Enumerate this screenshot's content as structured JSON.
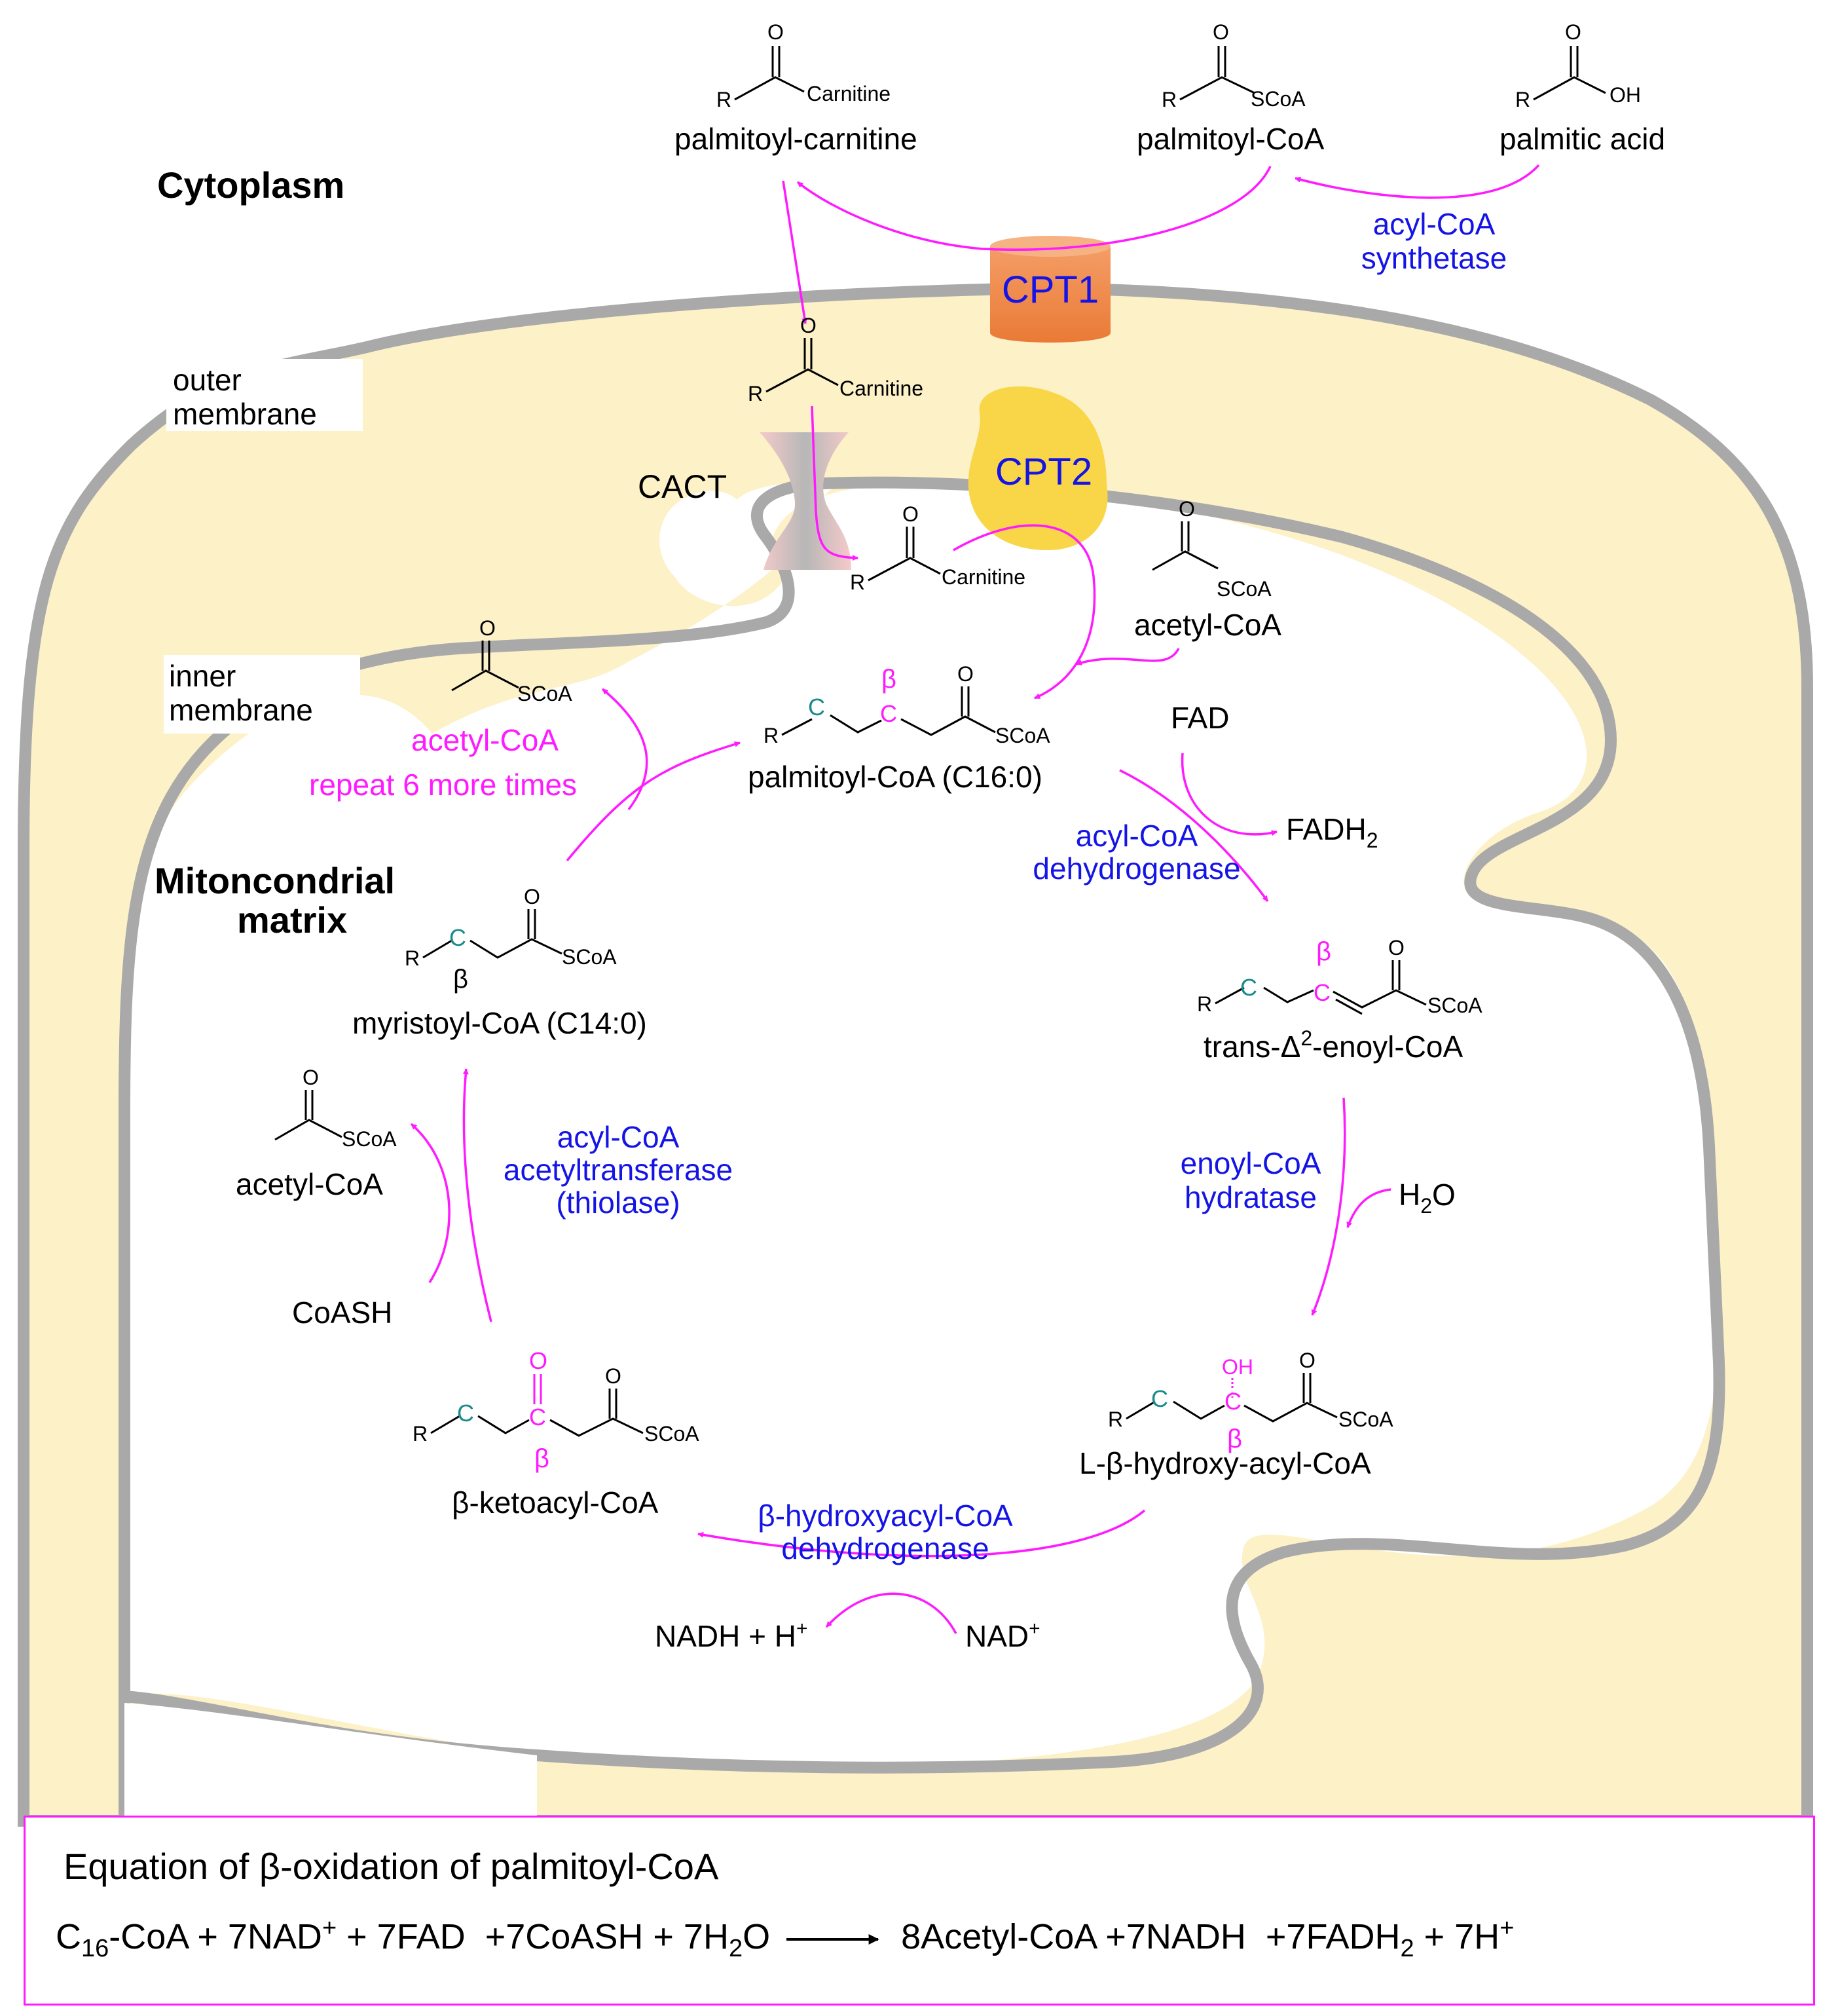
{
  "compartments": {
    "cytoplasm": "Cytoplasm",
    "outer_membrane_1": "outer",
    "outer_membrane_2": "membrane",
    "inner_membrane_1": "inner",
    "inner_membrane_2": "membrane",
    "matrix_1": "Mitoncondrial",
    "matrix_2": "matrix"
  },
  "transporters": {
    "cpt1": "CPT1",
    "cpt2": "CPT2",
    "cact": "CACT"
  },
  "molecules": {
    "palmitoyl_carnitine": "palmitoyl-carnitine",
    "palmitoyl_coa_cyto": "palmitoyl-CoA",
    "palmitic_acid": "palmitic acid",
    "acetyl_coa_top": "acetyl-CoA",
    "palmitoyl_coa_c16": "palmitoyl-CoA (C16:0)",
    "trans_enoyl_prefix": "trans-Δ",
    "trans_enoyl_sup": "2",
    "trans_enoyl_suffix": "-enoyl-CoA",
    "hydroxyacyl": "L-β-hydroxy-acyl-CoA",
    "ketoacyl": "β-ketoacyl-CoA",
    "myristoyl": "myristoyl-CoA (C14:0)",
    "acetyl_coa_left": "acetyl-CoA",
    "acetyl_coa_repeat": "acetyl-CoA",
    "repeat_note": "repeat 6 more times"
  },
  "atoms": {
    "R": "R",
    "O": "O",
    "OH": "OH",
    "SCoA": "SCoA",
    "Carnitine": "Carnitine",
    "C": "C",
    "beta": "β"
  },
  "cofactors": {
    "fad": "FAD",
    "fadh2_base": "FADH",
    "fadh2_sub": "2",
    "h2o_h": "H",
    "h2o_sub": "2",
    "h2o_o": "O",
    "nad_plus": "NAD",
    "nad_plus_sup": "+",
    "nadh_h": "NADH + H",
    "nadh_h_sup": "+",
    "coash": "CoASH"
  },
  "enzymes": {
    "acyl_coa_synthetase_1": "acyl-CoA",
    "acyl_coa_synthetase_2": "synthetase",
    "acyl_coa_dehydrogenase_1": "acyl-CoA",
    "acyl_coa_dehydrogenase_2": "dehydrogenase",
    "enoyl_coa_hydratase_1": "enoyl-CoA",
    "enoyl_coa_hydratase_2": "hydratase",
    "hydroxyacyl_dehydrogenase_1": "β-hydroxyacyl-CoA",
    "hydroxyacyl_dehydrogenase_2": "dehydrogenase",
    "thiolase_1": "acyl-CoA",
    "thiolase_2": "acetyltransferase",
    "thiolase_3": "(thiolase)"
  },
  "equation": {
    "title": "Equation of β-oxidation of palmitoyl-CoA",
    "c16_pre": "C",
    "c16_sub": "16",
    "c16_post": "-CoA",
    "nad_term": " + 7NAD",
    "nad_sup": "+",
    "fad_term": " + 7FAD",
    "coash_term": "  +7CoASH",
    "h2o_pre": " + 7H",
    "h2o_sub": "2",
    "h2o_post": "O",
    "acetyl_term": "8Acetyl-CoA",
    "nadh_term": " +7NADH",
    "fadh_pre": "  +7FADH",
    "fadh_sub": "2",
    "h_term": " + 7H",
    "h_sup": "+"
  },
  "colors": {
    "membrane_fill": "#fdf1c8",
    "membrane_stroke": "#a9a9a9",
    "arrow": "#ff1aff",
    "enzyme_text": "#1414e6",
    "carbon_teal": "#1a8a8a",
    "cpt1": "#f2924d",
    "cpt2": "#f9d648",
    "cact": "#f0b9b9"
  }
}
